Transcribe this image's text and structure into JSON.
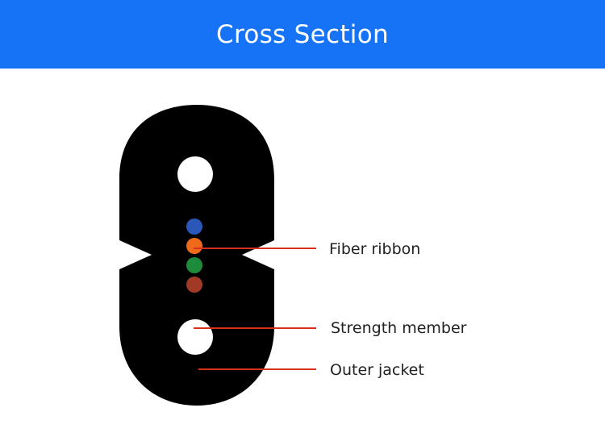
{
  "header": {
    "title": "Cross Section",
    "background": "#1673f5"
  },
  "cable": {
    "jacket_color": "#000000",
    "fiber_colors": [
      "#2b58b8",
      "#ef6a1a",
      "#1e8a3c",
      "#a03a26"
    ]
  },
  "labels": {
    "fiber_ribbon": "Fiber ribbon",
    "strength_member": "Strength member",
    "outer_jacket": "Outer jacket"
  },
  "leader_line_color": "#d8301c"
}
